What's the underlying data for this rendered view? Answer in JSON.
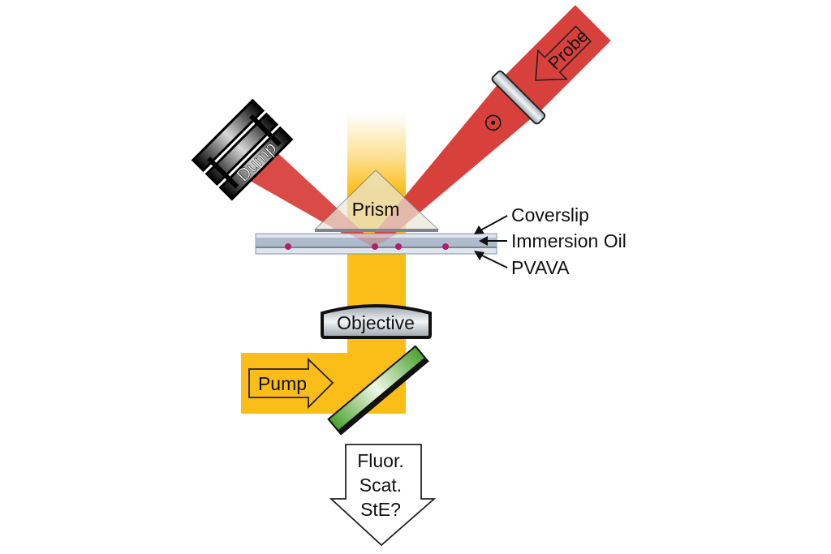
{
  "labels": {
    "probe": "Probe",
    "dump": "Dump",
    "prism": "Prism",
    "coverslip": "Coverslip",
    "immersion_oil": "Immersion Oil",
    "pvava": "PVAVA",
    "objective": "Objective",
    "pump": "Pump",
    "output_lines": [
      "Fluor.",
      "Scat.",
      "StE?"
    ]
  },
  "colors": {
    "probe_beam": "#d8403c",
    "pump_beam": "#fbbd18",
    "mirror": "#6cc04a",
    "particles": "#b0206a",
    "slide": "#a9b6c9"
  },
  "icons": {
    "polarization": "circle-dot-icon",
    "dump": "beam-dump-icon",
    "lens": "lens-icon",
    "mirror": "dichroic-mirror-icon"
  }
}
